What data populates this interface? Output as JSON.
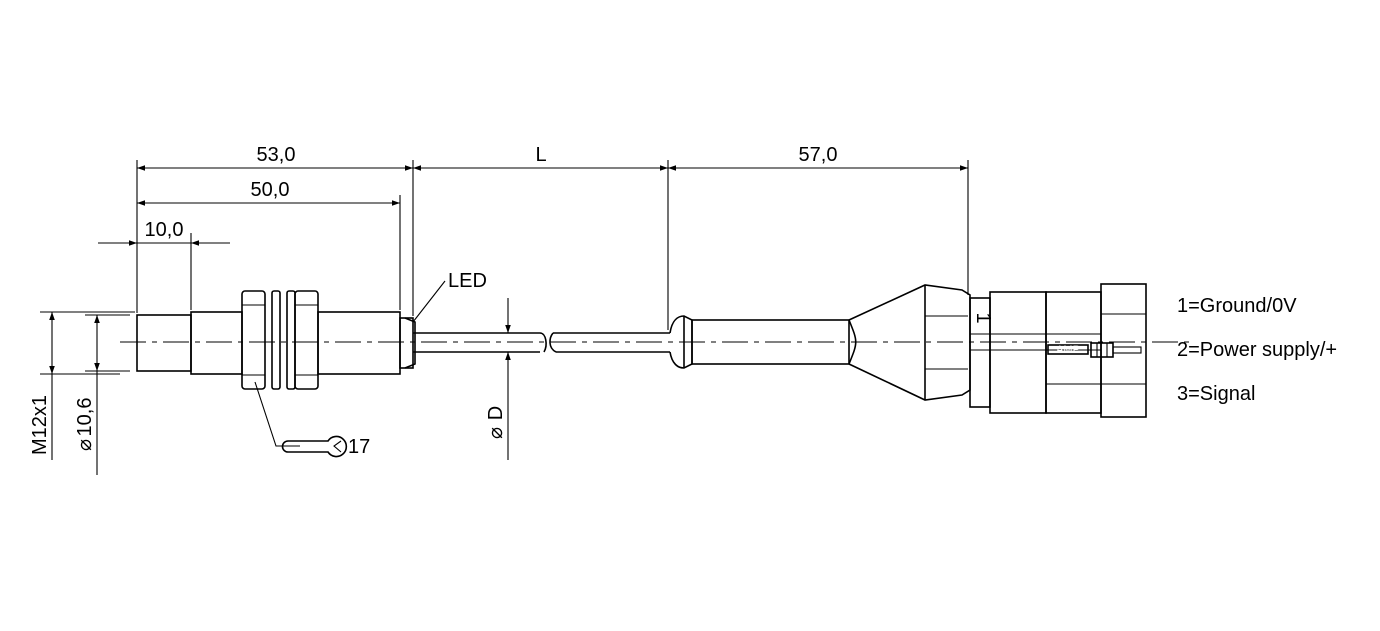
{
  "dimensions": {
    "d53": "53,0",
    "d50": "50,0",
    "d10": "10,0",
    "dL": "L",
    "d57": "57,0",
    "thread": "M12x1",
    "dia": "10,6",
    "cableDia": "D",
    "wrench": "17"
  },
  "labels": {
    "led": "LED",
    "pin_mark": "1",
    "pins": [
      "1=Ground/0V",
      "2=Power supply/+",
      "3=Signal"
    ],
    "connector_text": "AMP"
  },
  "symbols": {
    "diameter": "⌀"
  }
}
